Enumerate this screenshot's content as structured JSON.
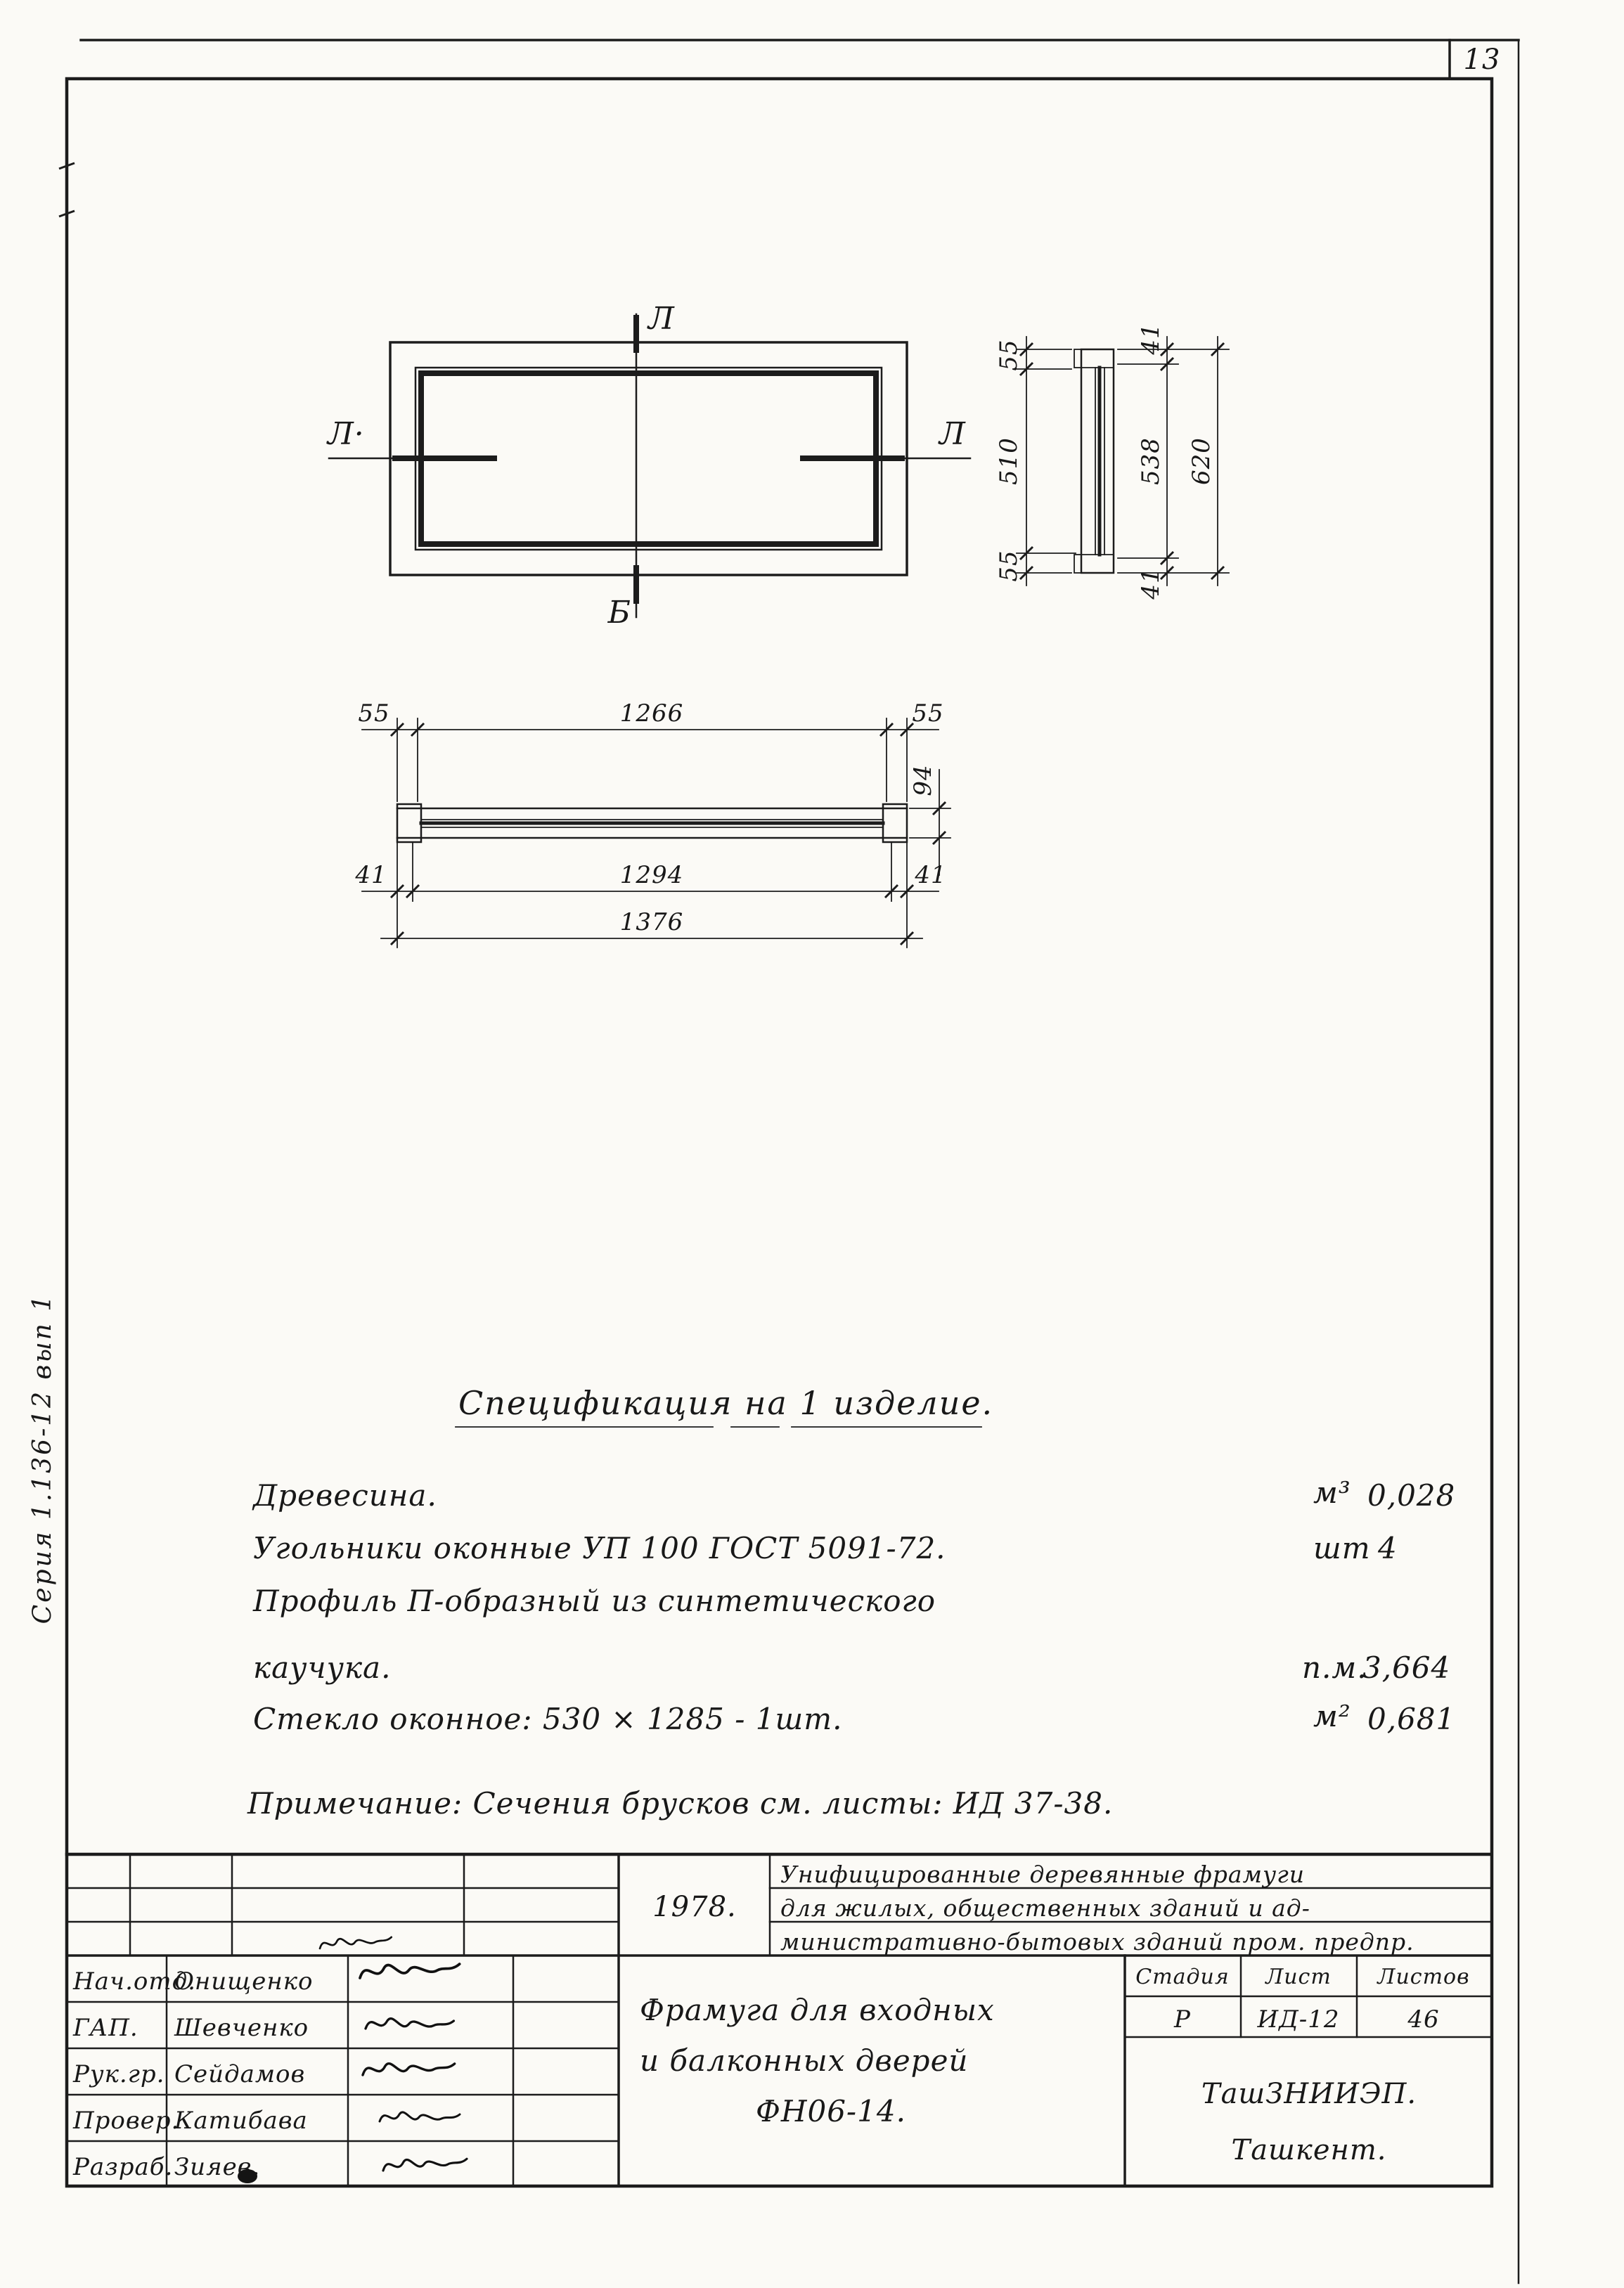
{
  "sheet": {
    "page_number": "13",
    "series_label": "Серия 1.136-12  вып 1"
  },
  "plan_view": {
    "mark_top": "Л",
    "mark_left": "Л·",
    "mark_right": "Л",
    "mark_bottom": "Б"
  },
  "vertical_section": {
    "left_dims": [
      "55",
      "510",
      "55"
    ],
    "right_dims": [
      "41",
      "538",
      "41"
    ],
    "overall_dim": "620"
  },
  "horizontal_section": {
    "top_dims": [
      "55",
      "1266",
      "55"
    ],
    "mid_dims": [
      "41",
      "1294",
      "41"
    ],
    "overall_dim": "1376",
    "height_dim": "94"
  },
  "specification": {
    "title": "Спецификация  на  1 изделие.",
    "rows": [
      {
        "name": "Древесина.",
        "unit": "м³",
        "value": "0,028"
      },
      {
        "name": "Угольники  оконные  УП 100  ГОСТ 5091-72.",
        "unit": "шт",
        "value": "4"
      },
      {
        "name": "Профиль  П-образный  из  синтетического",
        "line2": "каучука.",
        "unit": "п.м.",
        "value": "3,664"
      },
      {
        "name": "Стекло  оконное:  530 × 1285 - 1шт.",
        "unit": "м²",
        "value": "0,681"
      }
    ],
    "note": "Примечание: Сечения  брусков  см. листы:  ИД 37-38."
  },
  "title_block": {
    "year": "1978.",
    "project_title": {
      "line1": "Унифицированные  деревянные  фрамуги",
      "line2": "для жилых, общественных  зданий и ад-",
      "line3": "министративно-бытовых зданий пром. предпр."
    },
    "drawing_title": {
      "line1": "Фрамуга  для  входных",
      "line2": "и  балконных  дверей",
      "line3": "ФН06-14."
    },
    "personnel": [
      {
        "role": "Нач.отд.",
        "name": "Онищенко"
      },
      {
        "role": "ГАП.",
        "name": "Шевченко"
      },
      {
        "role": "Рук.гр.",
        "name": "Сейдамов"
      },
      {
        "role": "Провер.",
        "name": "Катибава"
      },
      {
        "role": "Разраб.",
        "name": "Зияев."
      }
    ],
    "stage": {
      "header_stage": "Стадия",
      "header_sheet": "Лист",
      "header_sheets": "Листов",
      "stage": "Р",
      "sheet": "ИД-12",
      "sheets": "46"
    },
    "organization": "ТашЗНИИЭП.",
    "city": "Ташкент."
  }
}
